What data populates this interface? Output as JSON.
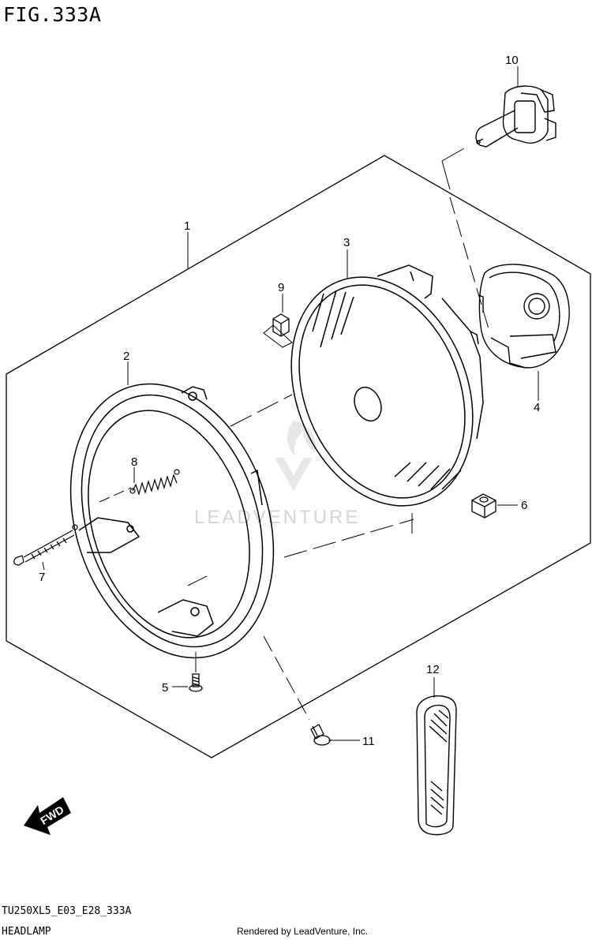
{
  "figure": {
    "title": "FIG.333A"
  },
  "callouts": [
    {
      "id": "1",
      "label": "1"
    },
    {
      "id": "2",
      "label": "2"
    },
    {
      "id": "3",
      "label": "3"
    },
    {
      "id": "4",
      "label": "4"
    },
    {
      "id": "5",
      "label": "5"
    },
    {
      "id": "6",
      "label": "6"
    },
    {
      "id": "7",
      "label": "7"
    },
    {
      "id": "8",
      "label": "8"
    },
    {
      "id": "9",
      "label": "9"
    },
    {
      "id": "10",
      "label": "10"
    },
    {
      "id": "11",
      "label": "11"
    },
    {
      "id": "12",
      "label": "12"
    }
  ],
  "watermark": {
    "text": "LEADVENTURE"
  },
  "direction_arrow": {
    "label": "FWD"
  },
  "footer": {
    "model_code": "TU250XL5_E03_E28_333A",
    "section_name": "HEADLAMP",
    "render_note": "Rendered by LeadVenture, Inc."
  }
}
